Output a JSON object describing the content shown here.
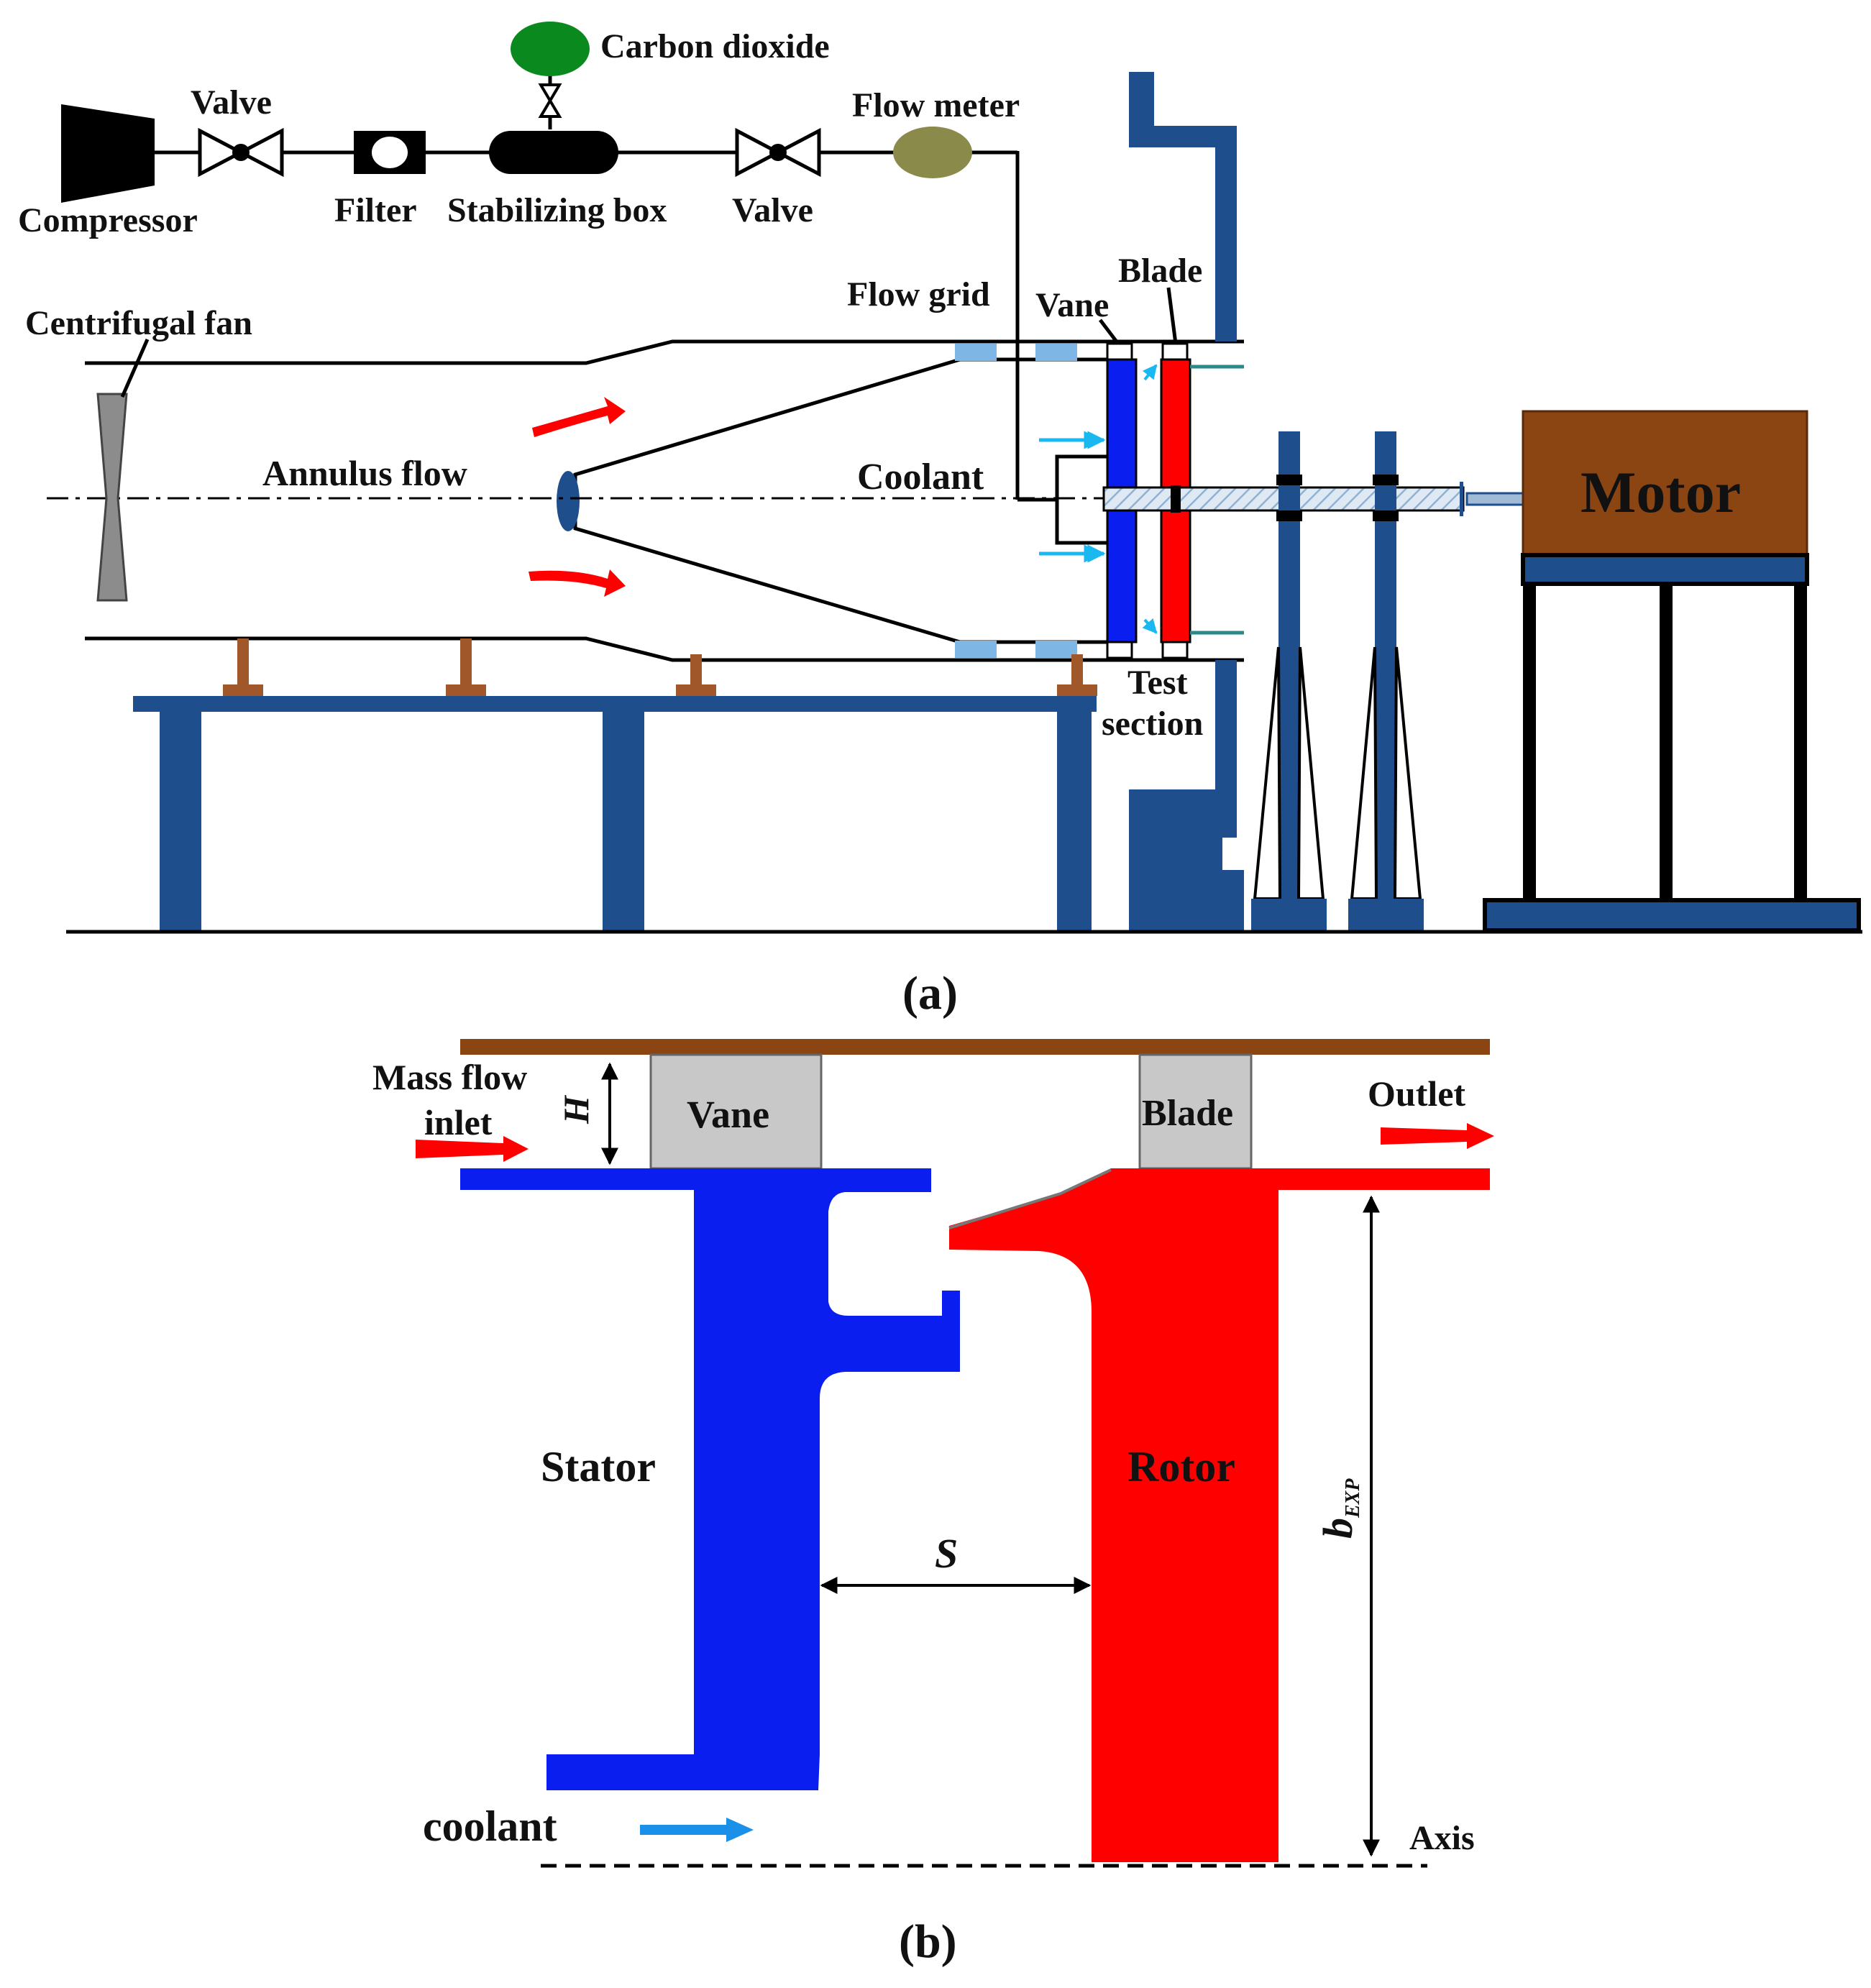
{
  "colors": {
    "navy": "#1f4e8c",
    "brown": "#8b4513",
    "leg_brown": "#a0582a",
    "bright_blue": "#0a1ef0",
    "red": "#ff0000",
    "grid_blue": "#7eb6e6",
    "cyan_arrow": "#1ab8f0",
    "green_tank": "#0a8a1e",
    "olive_meter": "#8a8a4a",
    "gray": "#c8c8c8",
    "teal": "#2a8a8a"
  },
  "figure_a": {
    "labels": {
      "carbon_dioxide": "Carbon dioxide",
      "valve_1": "Valve",
      "compressor": "Compressor",
      "filter": "Filter",
      "stabilizing_box": "Stabilizing box",
      "valve_2": "Valve",
      "flow_meter": "Flow meter",
      "flow_grid": "Flow grid",
      "vane": "Vane",
      "blade": "Blade",
      "centrifugal_fan": "Centrifugal fan",
      "annulus_flow": "Annulus flow",
      "coolant": "Coolant",
      "test": "Test",
      "section": "section",
      "motor": "Motor"
    },
    "caption": "(a)"
  },
  "figure_b": {
    "labels": {
      "mass_flow": "Mass flow",
      "inlet": "inlet",
      "H": "H",
      "vane": "Vane",
      "blade": "Blade",
      "outlet": "Outlet",
      "stator": "Stator",
      "rotor": "Rotor",
      "S": "S",
      "b_main": "b",
      "b_sub": "EXP",
      "coolant": "coolant",
      "axis": "Axis"
    },
    "caption": "(b)"
  }
}
